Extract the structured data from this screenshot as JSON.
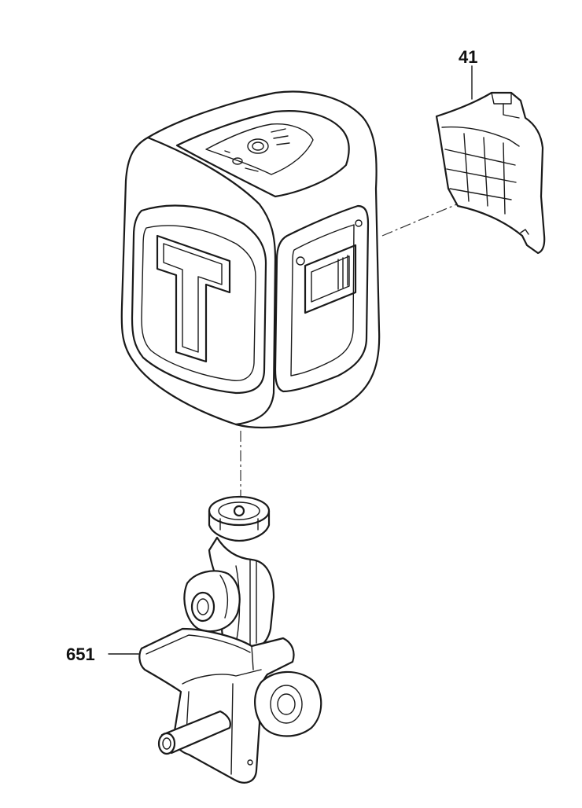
{
  "diagram": {
    "parts": [
      {
        "id": "41",
        "label": "41"
      },
      {
        "id": "651",
        "label": "651"
      }
    ]
  }
}
